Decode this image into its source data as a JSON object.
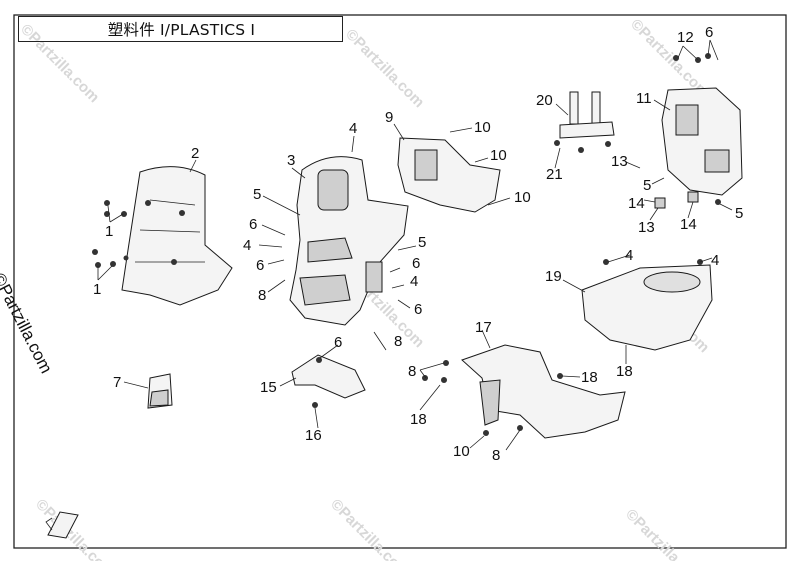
{
  "diagram": {
    "title": "塑料件 Ⅰ/PLASTICS Ⅰ",
    "watermark": "©Partzilla.com",
    "copyright_side": "©Partzilla.com",
    "callouts": {
      "c1a": "1",
      "c1b": "1",
      "c2": "2",
      "c3": "3",
      "c4a": "4",
      "c4b": "4",
      "c4c": "4",
      "c4d": "4",
      "c4e": "4",
      "c5a": "5",
      "c5b": "5",
      "c5c": "5",
      "c5d": "5",
      "c6a": "6",
      "c6b": "6",
      "c6c": "6",
      "c6d": "6",
      "c6e": "6",
      "c6f": "6",
      "c7": "7",
      "c8a": "8",
      "c8b": "8",
      "c8c": "8",
      "c8d": "8",
      "c9": "9",
      "c10a": "10",
      "c10b": "10",
      "c10c": "10",
      "c10d": "10",
      "c11": "11",
      "c12": "12",
      "c13a": "13",
      "c13b": "13",
      "c14a": "14",
      "c14b": "14",
      "c15": "15",
      "c16": "16",
      "c17": "17",
      "c18a": "18",
      "c18b": "18",
      "c18c": "18",
      "c19": "19",
      "c20": "20",
      "c21": "21"
    },
    "colors": {
      "line": "#1a1a1a",
      "watermark": "#d7d7d7"
    }
  }
}
